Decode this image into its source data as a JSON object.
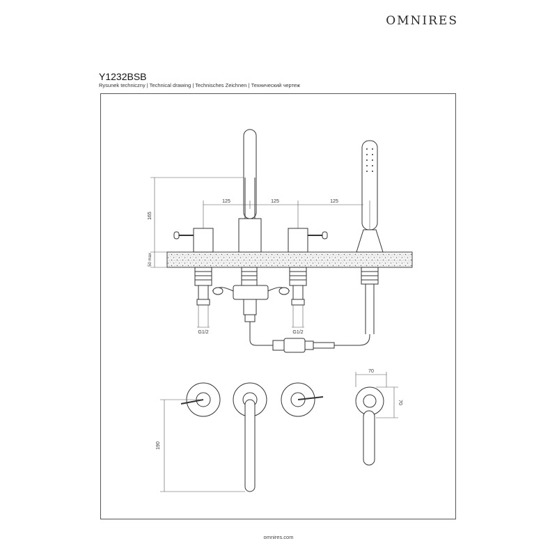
{
  "header": {
    "brand": "OMNIRES",
    "model": "Y1232BSB",
    "subtitle": "Rysunek techniczny | Technical drawing | Technisches Zeichnen | Технический чертеж"
  },
  "drawing": {
    "dims": {
      "spacing_1": "125",
      "spacing_2": "125",
      "spacing_3": "125",
      "height": "165",
      "deck_thickness": "50 max",
      "thread_left": "G1/2",
      "thread_right": "G1/2",
      "rosette_width": "70",
      "rosette_height": "70",
      "spout_length": "190"
    }
  },
  "footer": {
    "url": "omnires.com"
  }
}
